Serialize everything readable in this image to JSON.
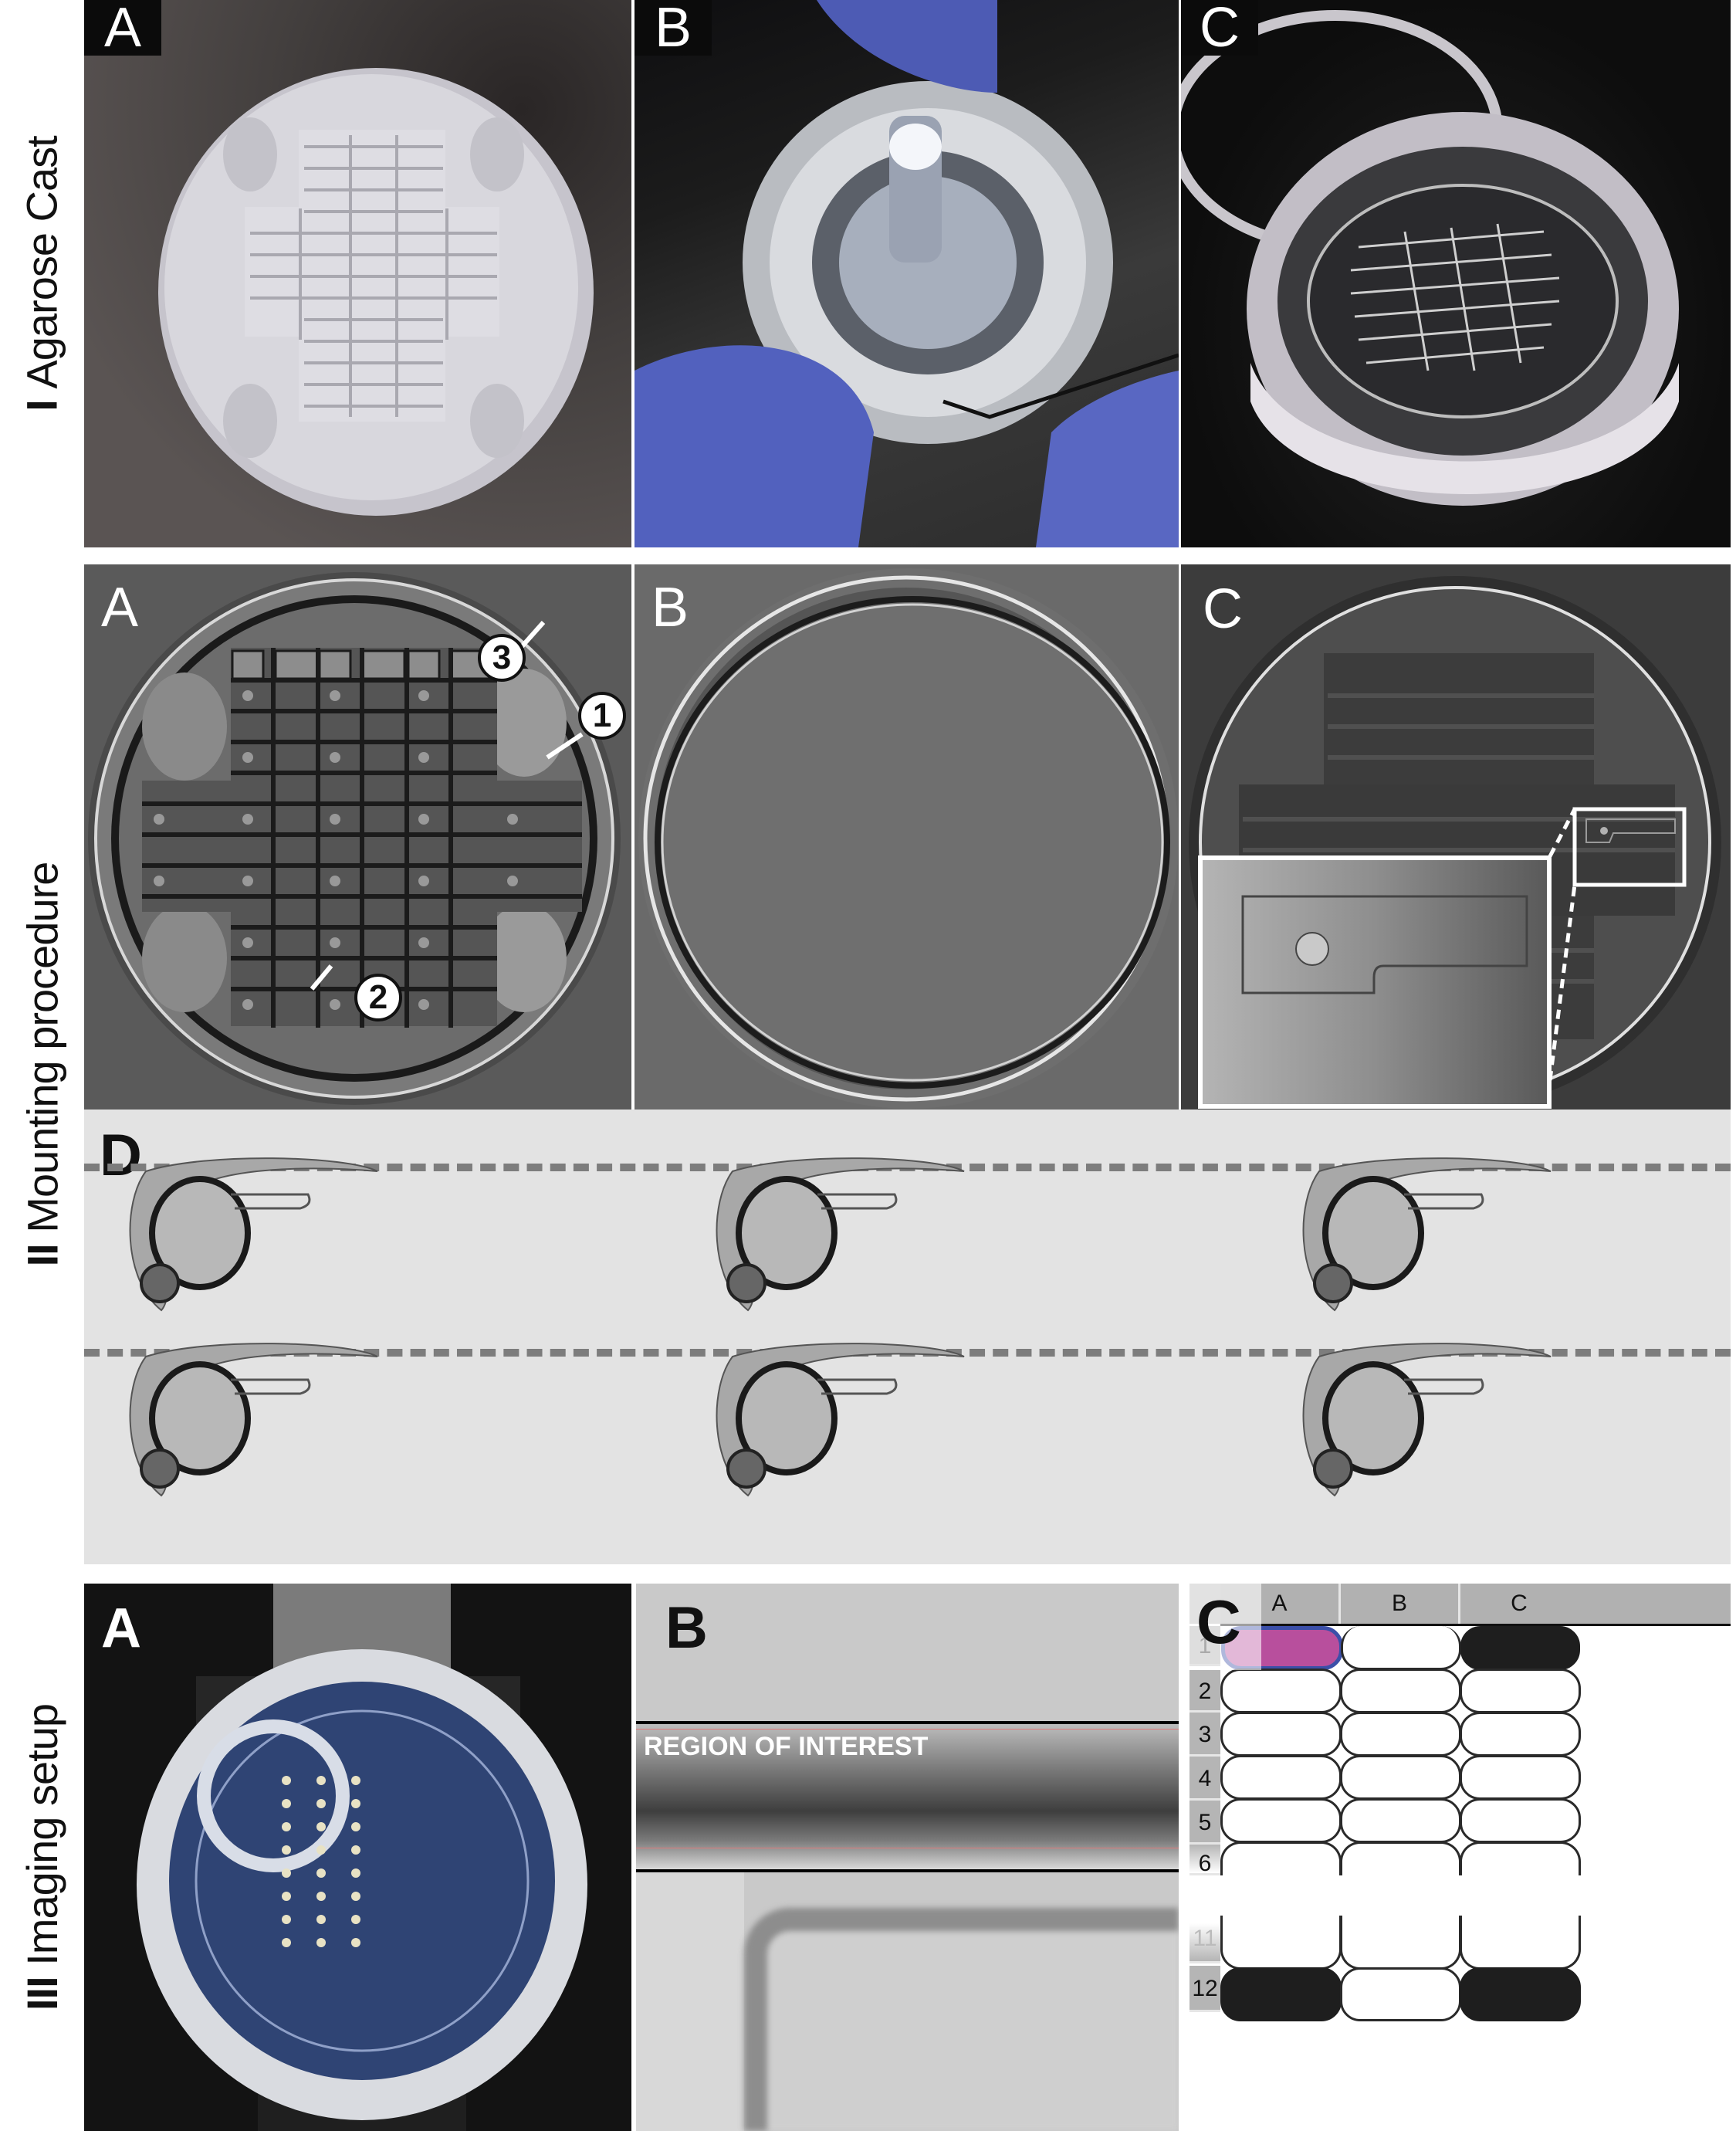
{
  "sections": [
    {
      "numeral": "I",
      "title": "Agarose Cast"
    },
    {
      "numeral": "II",
      "title": "Mounting procedure"
    },
    {
      "numeral": "III",
      "title": "Imaging setup"
    }
  ],
  "agarose_cast": {
    "panels": [
      {
        "label": "A",
        "description": "White 3D-printed agarose mold stamp with cross-shaped grid of embryo slots"
      },
      {
        "label": "B",
        "description": "Gloved hands removing stamp from dish with metal screw handle and wire tool"
      },
      {
        "label": "C",
        "description": "Petri dish with cast agarose grid and lid"
      }
    ]
  },
  "mounting": {
    "panels": [
      {
        "label": "A",
        "markers": [
          "1",
          "2",
          "3"
        ]
      },
      {
        "label": "B"
      },
      {
        "label": "C",
        "inset": "magnified slot with embryo position"
      },
      {
        "label": "D",
        "embryo_count": 6,
        "rows": 2,
        "columns": 3
      }
    ]
  },
  "imaging": {
    "panels": [
      {
        "label": "A",
        "description": "Dish on microscope stage under blue illumination"
      },
      {
        "label": "B",
        "roi_text": "REGION OF INTEREST"
      },
      {
        "label": "C"
      }
    ],
    "plate": {
      "columns": [
        "A",
        "B",
        "C"
      ],
      "rows": [
        "1",
        "2",
        "3",
        "4",
        "5",
        "6",
        "11",
        "12"
      ],
      "wells": [
        [
          "selected",
          "empty",
          "black"
        ],
        [
          "empty",
          "empty",
          "empty"
        ],
        [
          "empty",
          "empty",
          "empty"
        ],
        [
          "empty",
          "empty",
          "empty"
        ],
        [
          "empty",
          "empty",
          "empty"
        ],
        [
          "empty",
          "empty",
          "empty"
        ],
        [
          "empty",
          "empty",
          "empty"
        ],
        [
          "black",
          "empty",
          "black"
        ]
      ],
      "colors": {
        "selected_fill": "#b84f9d",
        "selected_border": "#3b4fa8",
        "black_fill": "#1e1e1e",
        "header_bg": "#b1b1b1"
      }
    }
  }
}
